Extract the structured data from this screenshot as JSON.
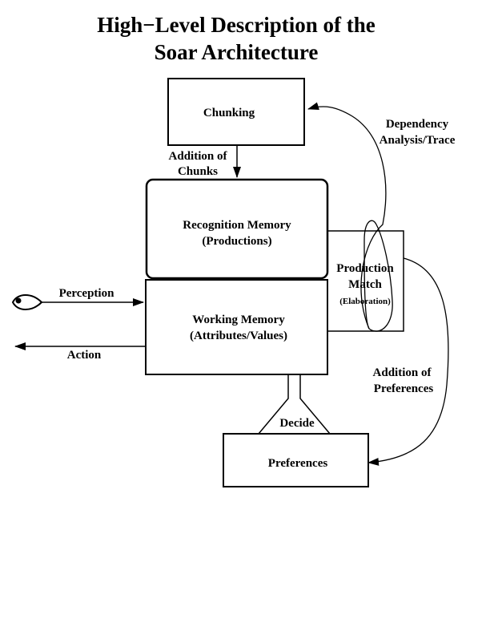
{
  "title": {
    "line1": "High−Level Description of the",
    "line2": "Soar Architecture"
  },
  "boxes": {
    "chunking": "Chunking",
    "recognition_memory": [
      "Recognition Memory",
      "(Productions)"
    ],
    "working_memory": [
      "Working Memory",
      "(Attributes/Values)"
    ],
    "production_match": [
      "Production",
      "Match",
      "(Elaboration)"
    ],
    "preferences": "Preferences"
  },
  "arrows": {
    "addition_of_chunks": [
      "Addition of",
      "Chunks"
    ],
    "dependency_analysis": [
      "Dependency",
      "Analysis/Trace"
    ],
    "addition_of_preferences": [
      "Addition of",
      "Preferences"
    ],
    "perception": "Perception",
    "action": "Action",
    "decide": "Decide"
  },
  "icons": {
    "eye": "eye-icon"
  }
}
